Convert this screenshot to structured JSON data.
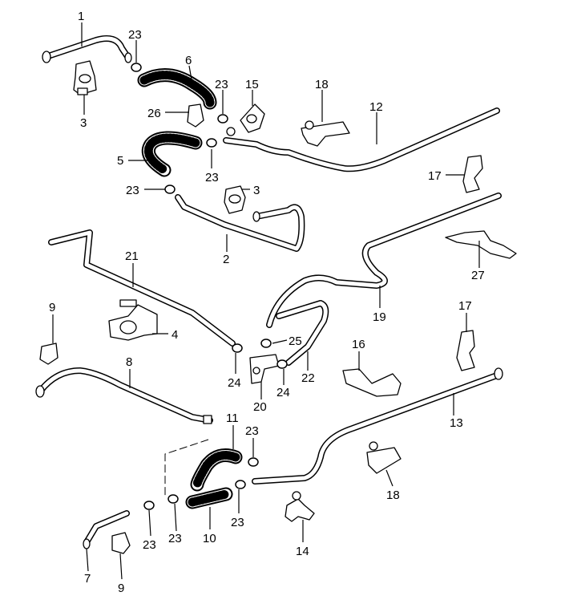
{
  "diagram": {
    "callouts": [
      "1",
      "23",
      "6",
      "23",
      "15",
      "18",
      "12",
      "3",
      "26",
      "5",
      "23",
      "23",
      "3",
      "17",
      "2",
      "21",
      "27",
      "19",
      "9",
      "4",
      "25",
      "17",
      "16",
      "8",
      "24",
      "24",
      "20",
      "22",
      "13",
      "11",
      "23",
      "18",
      "23",
      "23",
      "23",
      "10",
      "14",
      "7",
      "9"
    ]
  }
}
